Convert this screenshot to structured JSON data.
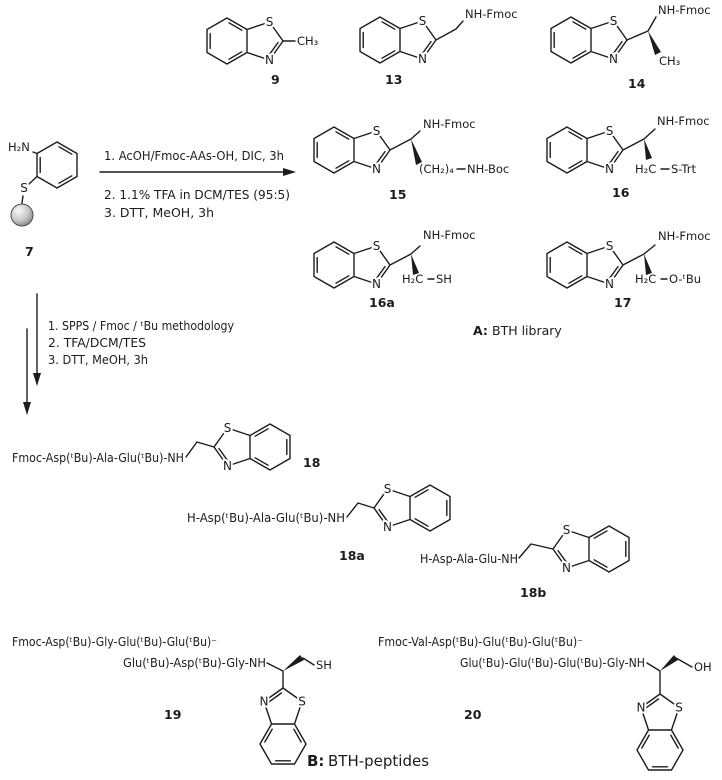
{
  "scheme": {
    "atoms": {
      "s": "S",
      "n": "N",
      "h2n": "H₂N"
    },
    "compounds": {
      "c7": {
        "label": "7"
      },
      "c9": {
        "label": "9",
        "methyl": "CH₃"
      },
      "c13": {
        "label": "13",
        "nhfmoc": "NH-Fmoc"
      },
      "c14": {
        "label": "14",
        "nhfmoc": "NH-Fmoc",
        "methyl": "CH₃"
      },
      "c15": {
        "label": "15",
        "nhfmoc": "NH-Fmoc",
        "chain": "(CH₂)₄",
        "tail": "NH-Boc"
      },
      "c16": {
        "label": "16",
        "nhfmoc": "NH-Fmoc",
        "ch2": "H₂C",
        "tail": "S-Trt"
      },
      "c16a": {
        "label": "16a",
        "nhfmoc": "NH-Fmoc",
        "ch2": "H₂C",
        "tail": "SH"
      },
      "c17": {
        "label": "17",
        "nhfmoc": "NH-Fmoc",
        "ch2": "H₂C",
        "tail": "O-ᵗBu"
      },
      "c18": {
        "label": "18",
        "peptide": "Fmoc-Asp(ᵗBu)-Ala-Glu(ᵗBu)-NH"
      },
      "c18a": {
        "label": "18a",
        "peptide": "H-Asp(ᵗBu)-Ala-Glu(ᵗBu)-NH"
      },
      "c18b": {
        "label": "18b",
        "peptide": "H-Asp-Ala-Glu-NH"
      },
      "c19": {
        "label": "19",
        "peptide1": "Fmoc-Asp(ᵗBu)-Gly-Glu(ᵗBu)-Glu(ᵗBu)⁻",
        "peptide2": "Glu(ᵗBu)-Asp(ᵗBu)-Gly-NH",
        "tail": "SH"
      },
      "c20": {
        "label": "20",
        "peptide1": "Fmoc-Val-Asp(ᵗBu)-Glu(ᵗBu)-Glu(ᵗBu)⁻",
        "peptide2": "Glu(ᵗBu)-Glu(ᵗBu)-Glu(ᵗBu)-Gly-NH",
        "tail": "OH"
      }
    },
    "reaction1": {
      "step1": "1. AcOH/Fmoc-AAs-OH, DIC, 3h",
      "step2": "2. 1.1% TFA in DCM/TES (95:5)",
      "step3": "3. DTT, MeOH, 3h"
    },
    "reaction2": {
      "step1": "1. SPPS / Fmoc / ᵗBu methodology",
      "step2": "2. TFA/DCM/TES",
      "step3": "3. DTT, MeOH, 3h"
    },
    "captions": {
      "a_prefix": "A:",
      "a_label": "BTH library",
      "b_prefix": "B:",
      "b_label": "BTH-peptides"
    },
    "colors": {
      "ink": "#1c1c1c",
      "bead_light": "#fafafa",
      "bead_dark": "#7e7e7e"
    }
  }
}
